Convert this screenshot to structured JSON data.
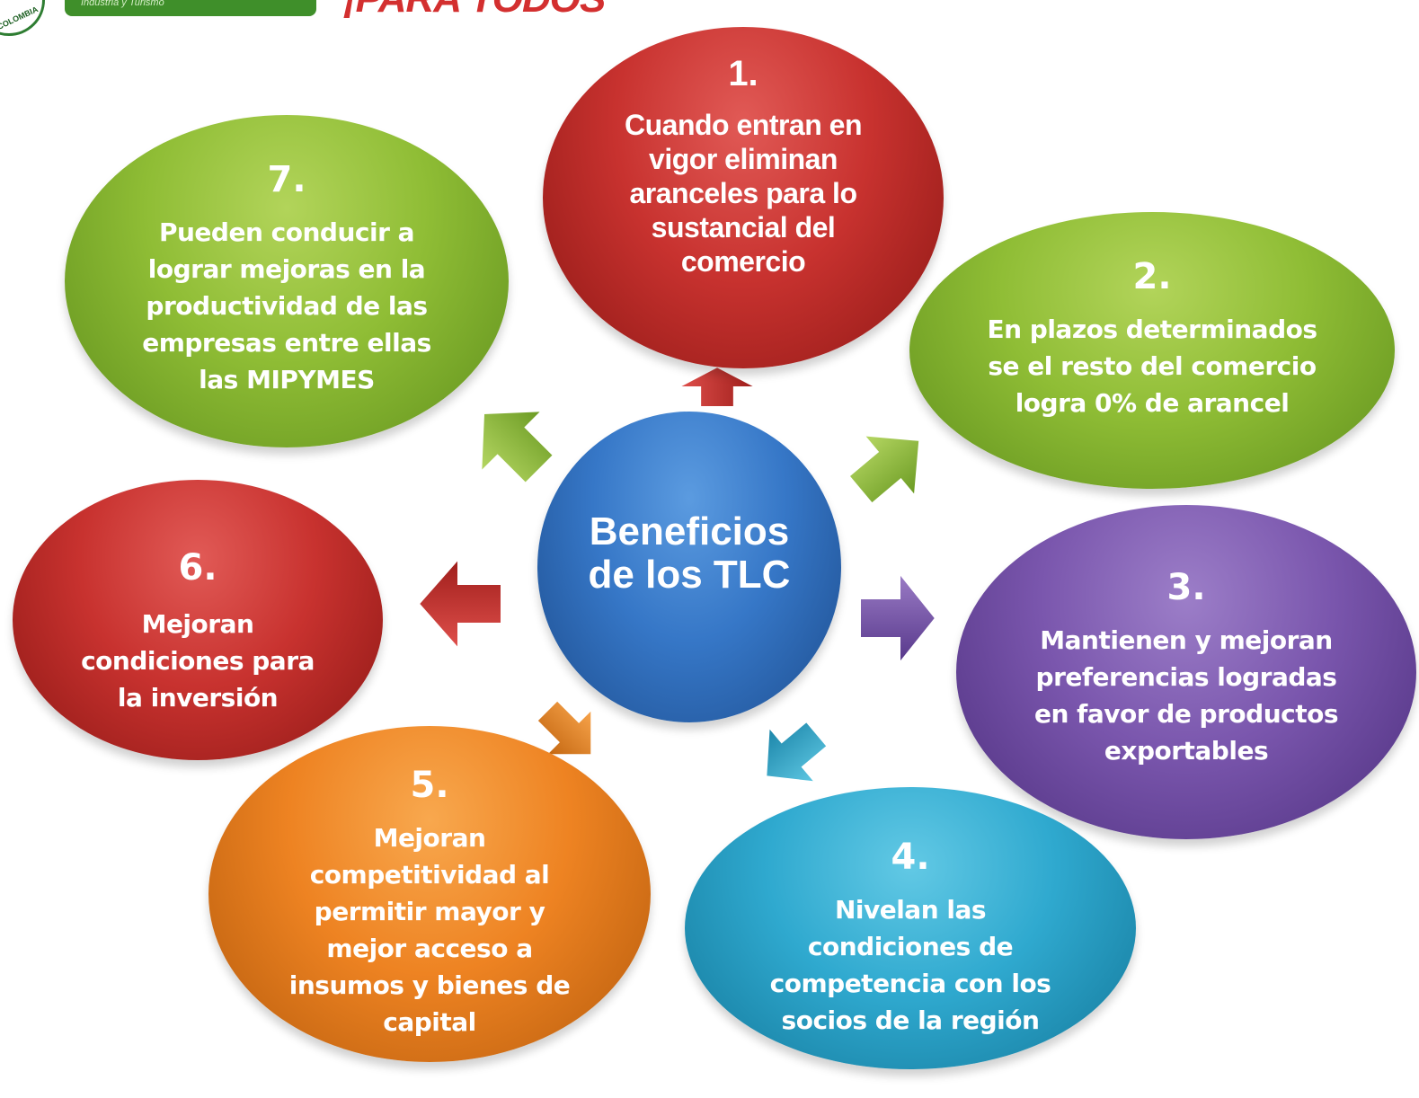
{
  "header": {
    "seal_text": "COLOMBIA",
    "ministry_text": "Industria y Turismo",
    "slogan": "¡PARA TODOS"
  },
  "center": {
    "title": "Beneficios de los TLC"
  },
  "items": [
    {
      "num": "1.",
      "text": "Cuando entran en vigor eliminan aranceles para lo sustancial del comercio",
      "color": "#c8322f"
    },
    {
      "num": "2.",
      "text": "En plazos determinados se el resto del comercio logra 0% de arancel",
      "color": "#8fbd35"
    },
    {
      "num": "3.",
      "text": "Mantienen y mejoran preferencias logradas en favor de productos exportables",
      "color": "#7a56ad"
    },
    {
      "num": "4.",
      "text": "Nivelan las condiciones de competencia con los socios de la región",
      "color": "#2fa9cf"
    },
    {
      "num": "5.",
      "text": "Mejoran competitividad al permitir mayor y mejor acceso a insumos y bienes de capital",
      "color": "#ee8322"
    },
    {
      "num": "6.",
      "text": "Mejoran condiciones para la inversión",
      "color": "#c8322f"
    },
    {
      "num": "7.",
      "text": "Pueden conducir a lograr mejoras en  la productividad de las empresas entre ellas las MIPYMES",
      "color": "#8fbd35"
    }
  ]
}
